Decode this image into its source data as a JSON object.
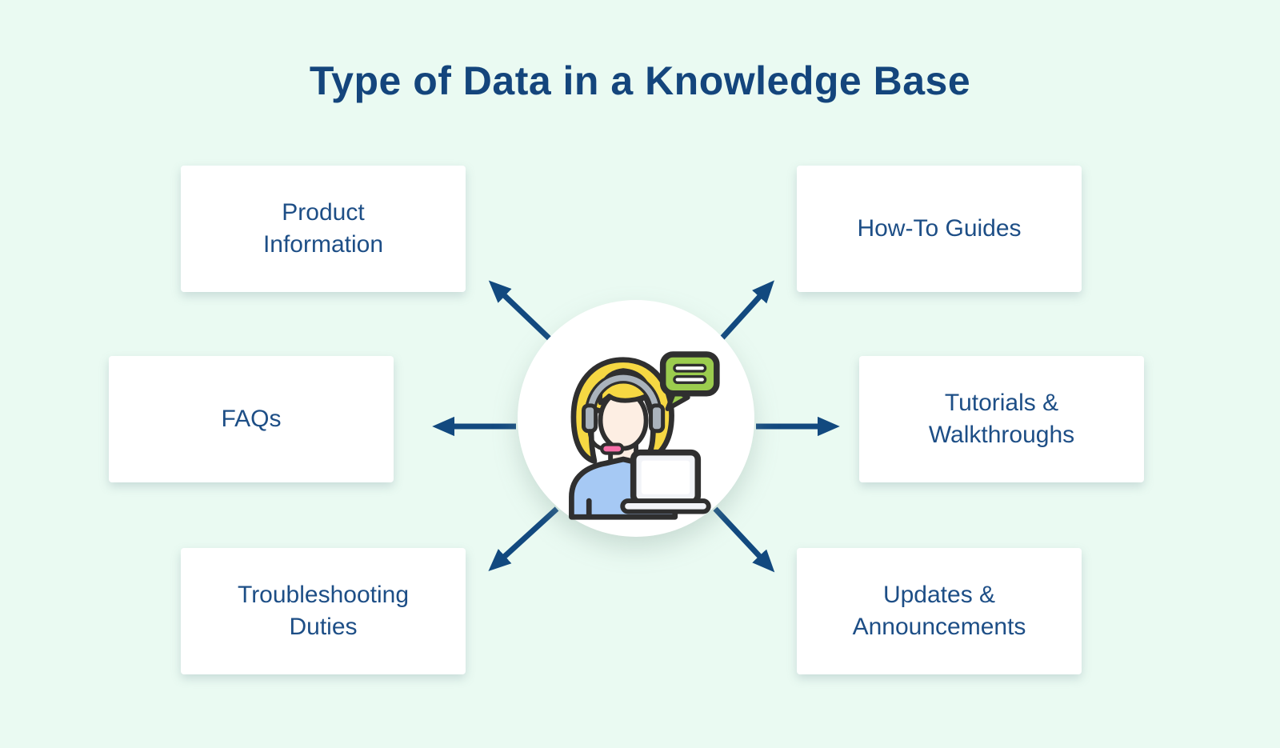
{
  "title": "Type of Data in a Knowledge Base",
  "diagram": {
    "center_illustration": "support-agent-with-headset-laptop-and-speech-bubble",
    "nodes": [
      {
        "id": "product-information",
        "label": "Product Information",
        "position": "top-left"
      },
      {
        "id": "how-to-guides",
        "label": "How-To Guides",
        "position": "top-right"
      },
      {
        "id": "faqs",
        "label": "FAQs",
        "position": "middle-left"
      },
      {
        "id": "tutorials-walkthroughs",
        "label": "Tutorials & Walkthroughs",
        "position": "middle-right"
      },
      {
        "id": "troubleshooting-duties",
        "label": "Troubleshooting Duties",
        "position": "bottom-left"
      },
      {
        "id": "updates-announcements",
        "label": "Updates & Announcements",
        "position": "bottom-right"
      }
    ]
  },
  "palette": {
    "background": "#eafaf2",
    "card_background": "#ffffff",
    "title_text": "#14457c",
    "node_text": "#1d4e86",
    "arrow": "#12497f",
    "bubble_green": "#9bcc4e",
    "hair_yellow": "#f6d843",
    "skin": "#fdeee3",
    "shirt_blue": "#a6c9f4",
    "laptop_gray": "#f2f4f8",
    "headset_gray": "#aab3bc",
    "mic_pink": "#f76fa8",
    "outline": "#2f2f2f"
  }
}
